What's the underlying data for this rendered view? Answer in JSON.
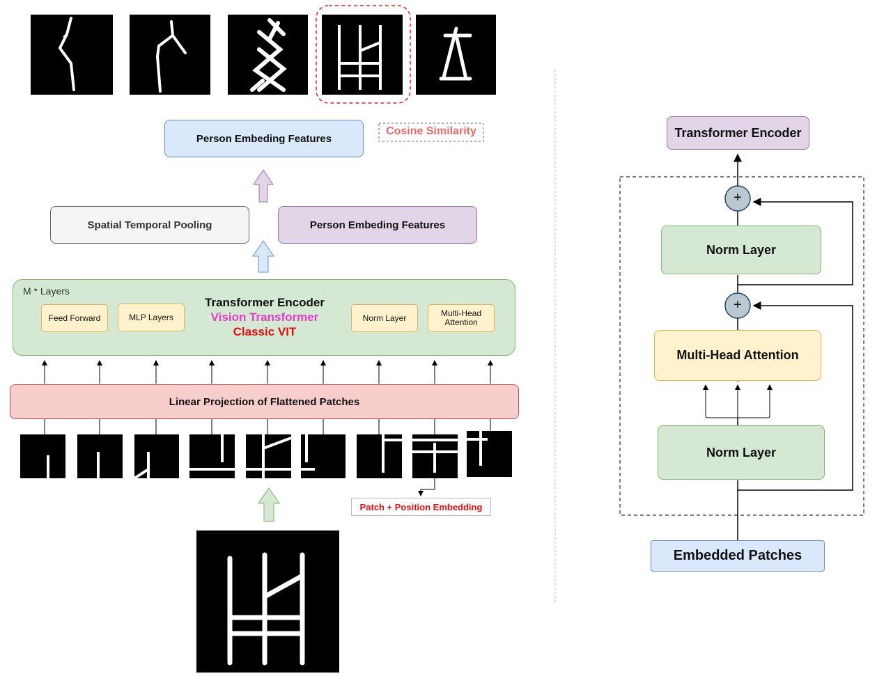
{
  "left": {
    "cosine_similarity": "Cosine Similarity",
    "top_features": "Person Embeding Features",
    "spatial_pooling": "Spatial Temporal Pooling",
    "mid_features": "Person Embeding Features",
    "encoder": {
      "layers_label": "M * Layers",
      "title": "Transformer Encoder",
      "subtitle": "Vision Transformer",
      "subtitle2": "Classic VIT",
      "chips": [
        "Feed Forward",
        "MLP Layers",
        "Norm Layer",
        "Multi-Head Attention"
      ]
    },
    "linear_projection": "Linear Projection of Flattened Patches",
    "patch_position": "Patch + Position Embedding"
  },
  "right": {
    "encoder_title": "Transformer Encoder",
    "norm_top": "Norm Layer",
    "mha": "Multi-Head Attention",
    "norm_bottom": "Norm Layer",
    "embedded": "Embedded Patches",
    "plus": "+"
  },
  "colors": {
    "blue_fill": "#dae8fc",
    "blue_border": "#6c8ebf",
    "purple_fill": "#e1d5e7",
    "purple_border": "#9673a6",
    "green_fill": "#d5e8d4",
    "green_border": "#82b366",
    "yellow_fill": "#fff2cc",
    "yellow_border": "#d6b656",
    "red_fill": "#f8cecc",
    "red_border": "#b85450",
    "gray_fill": "#f5f5f5",
    "gray_border": "#666666"
  }
}
